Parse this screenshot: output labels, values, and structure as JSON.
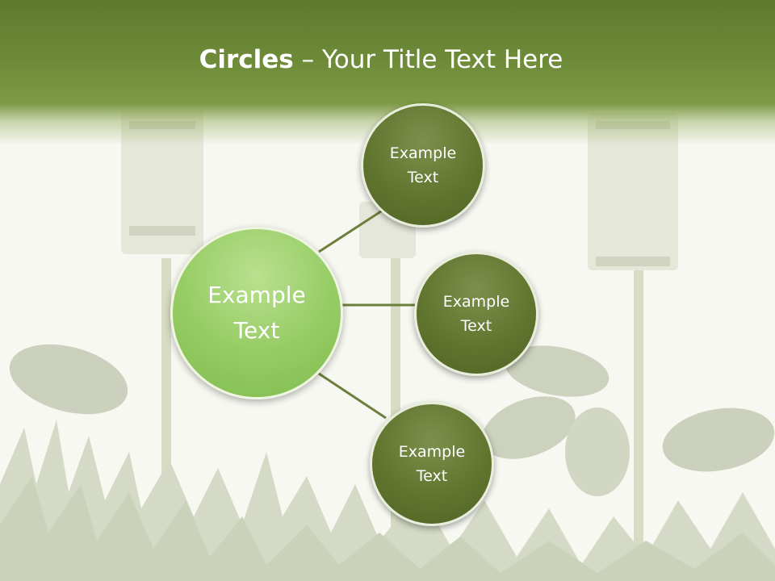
{
  "slide": {
    "title_bold": "Circles",
    "title_rest": " – Your Title Text Here"
  },
  "diagram": {
    "center": {
      "label_line1": "Example",
      "label_line2": "Text"
    },
    "nodes": [
      {
        "label_line1": "Example",
        "label_line2": "Text"
      },
      {
        "label_line1": "Example",
        "label_line2": "Text"
      },
      {
        "label_line1": "Example",
        "label_line2": "Text"
      }
    ]
  },
  "colors": {
    "header": "#6f8c3a",
    "center_circle": "#98cd66",
    "node_circle": "#62752f",
    "connector": "#6d7f3c"
  }
}
